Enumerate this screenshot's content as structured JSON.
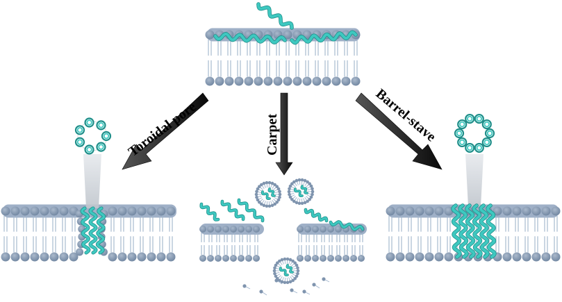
{
  "labels": {
    "toroidal": "Toroidal pore",
    "carpet": "Carpet",
    "barrel": "Barrel-stave"
  },
  "colors": {
    "lipid_head": "#7f94ae",
    "lipid_tail": "#9fb3cb",
    "membrane_band": "#8ea2bd",
    "peptide": "#3ec8c0",
    "peptide_dark": "#1f8f8a",
    "arrow": "#111111",
    "cone": "#cdd2d8"
  },
  "icons": {
    "peptide": "alpha-helix-icon",
    "micelle": "micelle-icon",
    "pore_top_view": "pore-ring-icon"
  }
}
